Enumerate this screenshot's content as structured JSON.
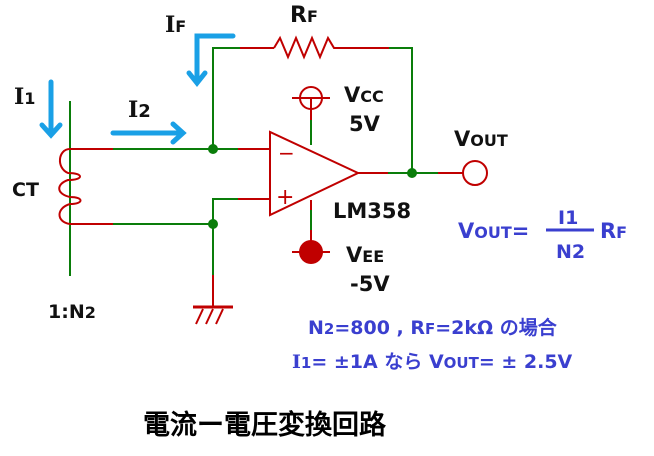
{
  "colors": {
    "wire_green": "#0a7d0a",
    "wire_red": "#c00000",
    "arrow_blue": "#1aa0e6",
    "text_blue": "#3a3fcf",
    "text_black": "#111111"
  },
  "labels": {
    "i_f": {
      "main": "I",
      "sub": "F"
    },
    "r_f": {
      "main": "R",
      "sub": "F"
    },
    "i_1": {
      "main": "I",
      "sub": "1"
    },
    "i_2": {
      "main": "I",
      "sub": "2"
    },
    "ct": "CT",
    "ratio": {
      "main": "1:N",
      "sub": "2"
    },
    "vcc": {
      "main": "V",
      "sub": "CC",
      "value": "5V"
    },
    "vee": {
      "main": "V",
      "sub": "EE",
      "value": "-5V"
    },
    "vout": {
      "main": "V",
      "sub": "OUT"
    },
    "opamp": "LM358",
    "minus": "−",
    "plus": "+"
  },
  "formula": {
    "lhs_main": "V",
    "lhs_sub": "OUT",
    "equals": "=",
    "numerator": "I1",
    "denominator": "N2",
    "rhs_main": "R",
    "rhs_sub": "F"
  },
  "example": {
    "line1": {
      "n_main": "N",
      "n_sub": "2",
      "rest1": "=800 , ",
      "r_main": "R",
      "r_sub": "F",
      "rest2": "=2kΩ の場合"
    },
    "line2": {
      "i_main": "I",
      "i_sub": "1",
      "rest1": "= ±1A なら ",
      "v_main": "V",
      "v_sub": "OUT",
      "rest2": "= ± 2.5V"
    }
  },
  "title": "電流ー電圧変換回路"
}
